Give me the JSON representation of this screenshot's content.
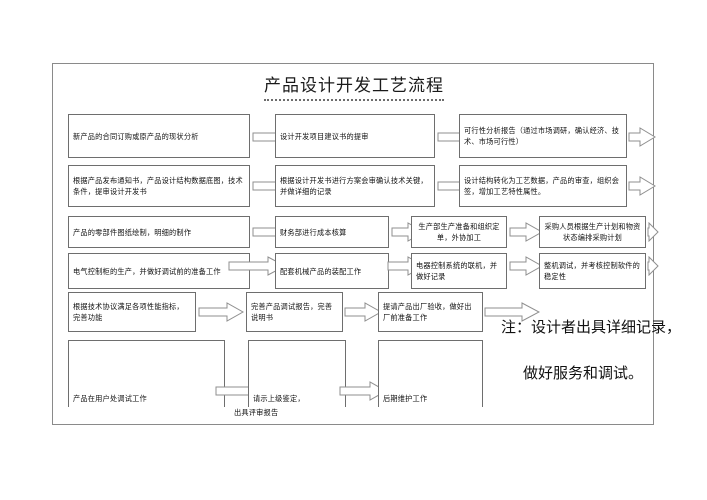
{
  "document": {
    "title": "产品设计开发工艺流程"
  },
  "rows": [
    {
      "row_name": "row-1",
      "boxes": [
        {
          "name": "box-contract-analysis",
          "text": "新产品的合同订购或原产品的现状分析"
        },
        {
          "name": "box-project-proposal-review",
          "text": "设计开发项目建议书的提审"
        },
        {
          "name": "box-feasibility-report",
          "text": "可行性分析报告（通过市场调研，确认经济、技术、市场可行性）"
        }
      ]
    },
    {
      "row_name": "row-2",
      "boxes": [
        {
          "name": "box-release-notice",
          "text": "根据产品发布通知书，产品设计结构数据底图，技术条件，提审设计开发书"
        },
        {
          "name": "box-scheme-review",
          "text": "根据设计开发书进行方案会审确认技术关键，并做详细的记录"
        },
        {
          "name": "box-structure-to-process",
          "text": "设计结构转化为工艺数据，产品的审查，组织会签，增加工艺特性属性。"
        }
      ]
    },
    {
      "row_name": "row-3",
      "boxes": [
        {
          "name": "box-part-drawings",
          "text": "产品的零部件图纸绘制，明细的制作"
        },
        {
          "name": "box-cost-accounting",
          "text": "财务部进行成本核算"
        },
        {
          "name": "box-production-prep",
          "text": "生产部生产准备和组织定单，外协加工"
        },
        {
          "name": "box-purchase-plan",
          "text": "采购人员根据生产计划和物资状态编排采购计划"
        }
      ]
    },
    {
      "row_name": "row-4",
      "boxes": [
        {
          "name": "box-electrical-cabinet",
          "text": "电气控制柜的生产，并做好调试前的准备工作"
        },
        {
          "name": "box-mechanical-assembly",
          "text": "配套机械产品的装配工作"
        },
        {
          "name": "box-control-system-link",
          "text": "电器控制系统的联机，并做好记录"
        },
        {
          "name": "box-machine-debug",
          "text": "整机调试，并考核控制软件的稳定性"
        }
      ]
    },
    {
      "row_name": "row-5",
      "boxes": [
        {
          "name": "box-tech-agreement",
          "text": "根据技术协议满足各项性能指标，完善功能"
        },
        {
          "name": "box-debug-report",
          "text": "完善产品调试报告，完善说明书"
        },
        {
          "name": "box-factory-acceptance",
          "text": "提请产品出厂验收，做好出厂前准备工作"
        }
      ]
    },
    {
      "row_name": "row-6",
      "boxes": [
        {
          "name": "box-onsite-debug",
          "text": "产品在用户处调试工作"
        },
        {
          "name": "box-superior-appraisal",
          "text": "请示上级鉴定，"
        },
        {
          "name": "box-later-maintenance",
          "text": "后期维护工作"
        }
      ]
    }
  ],
  "captions": {
    "appraisal_report": "出具评审报告"
  },
  "note": {
    "line1": "注：设计者出具详细记录，",
    "line2": "做好服务和调试。"
  },
  "colors": {
    "frame_border": "#8a8a8a",
    "box_border": "#6e6e6e",
    "arrow_stroke": "#8f8f8f",
    "text": "#111111"
  }
}
